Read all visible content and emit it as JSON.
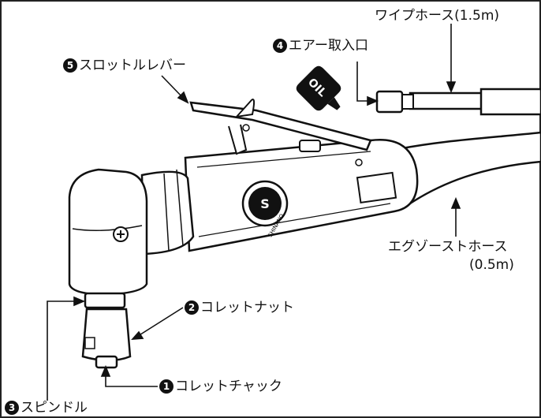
{
  "labels": {
    "whip_hose": "ワイプホース(1.5m)",
    "air_inlet": {
      "num": "4",
      "text": "エアー取入口"
    },
    "throttle_lever": {
      "num": "5",
      "text": "スロットルレバー"
    },
    "exhaust_hose_1": "エグゾーストホース",
    "exhaust_hose_2": "(0.5m)",
    "collet_nut": {
      "num": "2",
      "text": "コレットナット"
    },
    "collet_chuck": {
      "num": "1",
      "text": "コレットチャック"
    },
    "spindle": {
      "num": "3",
      "text": "スピンドル"
    },
    "oil": "OIL",
    "brand": "SHINANO"
  }
}
